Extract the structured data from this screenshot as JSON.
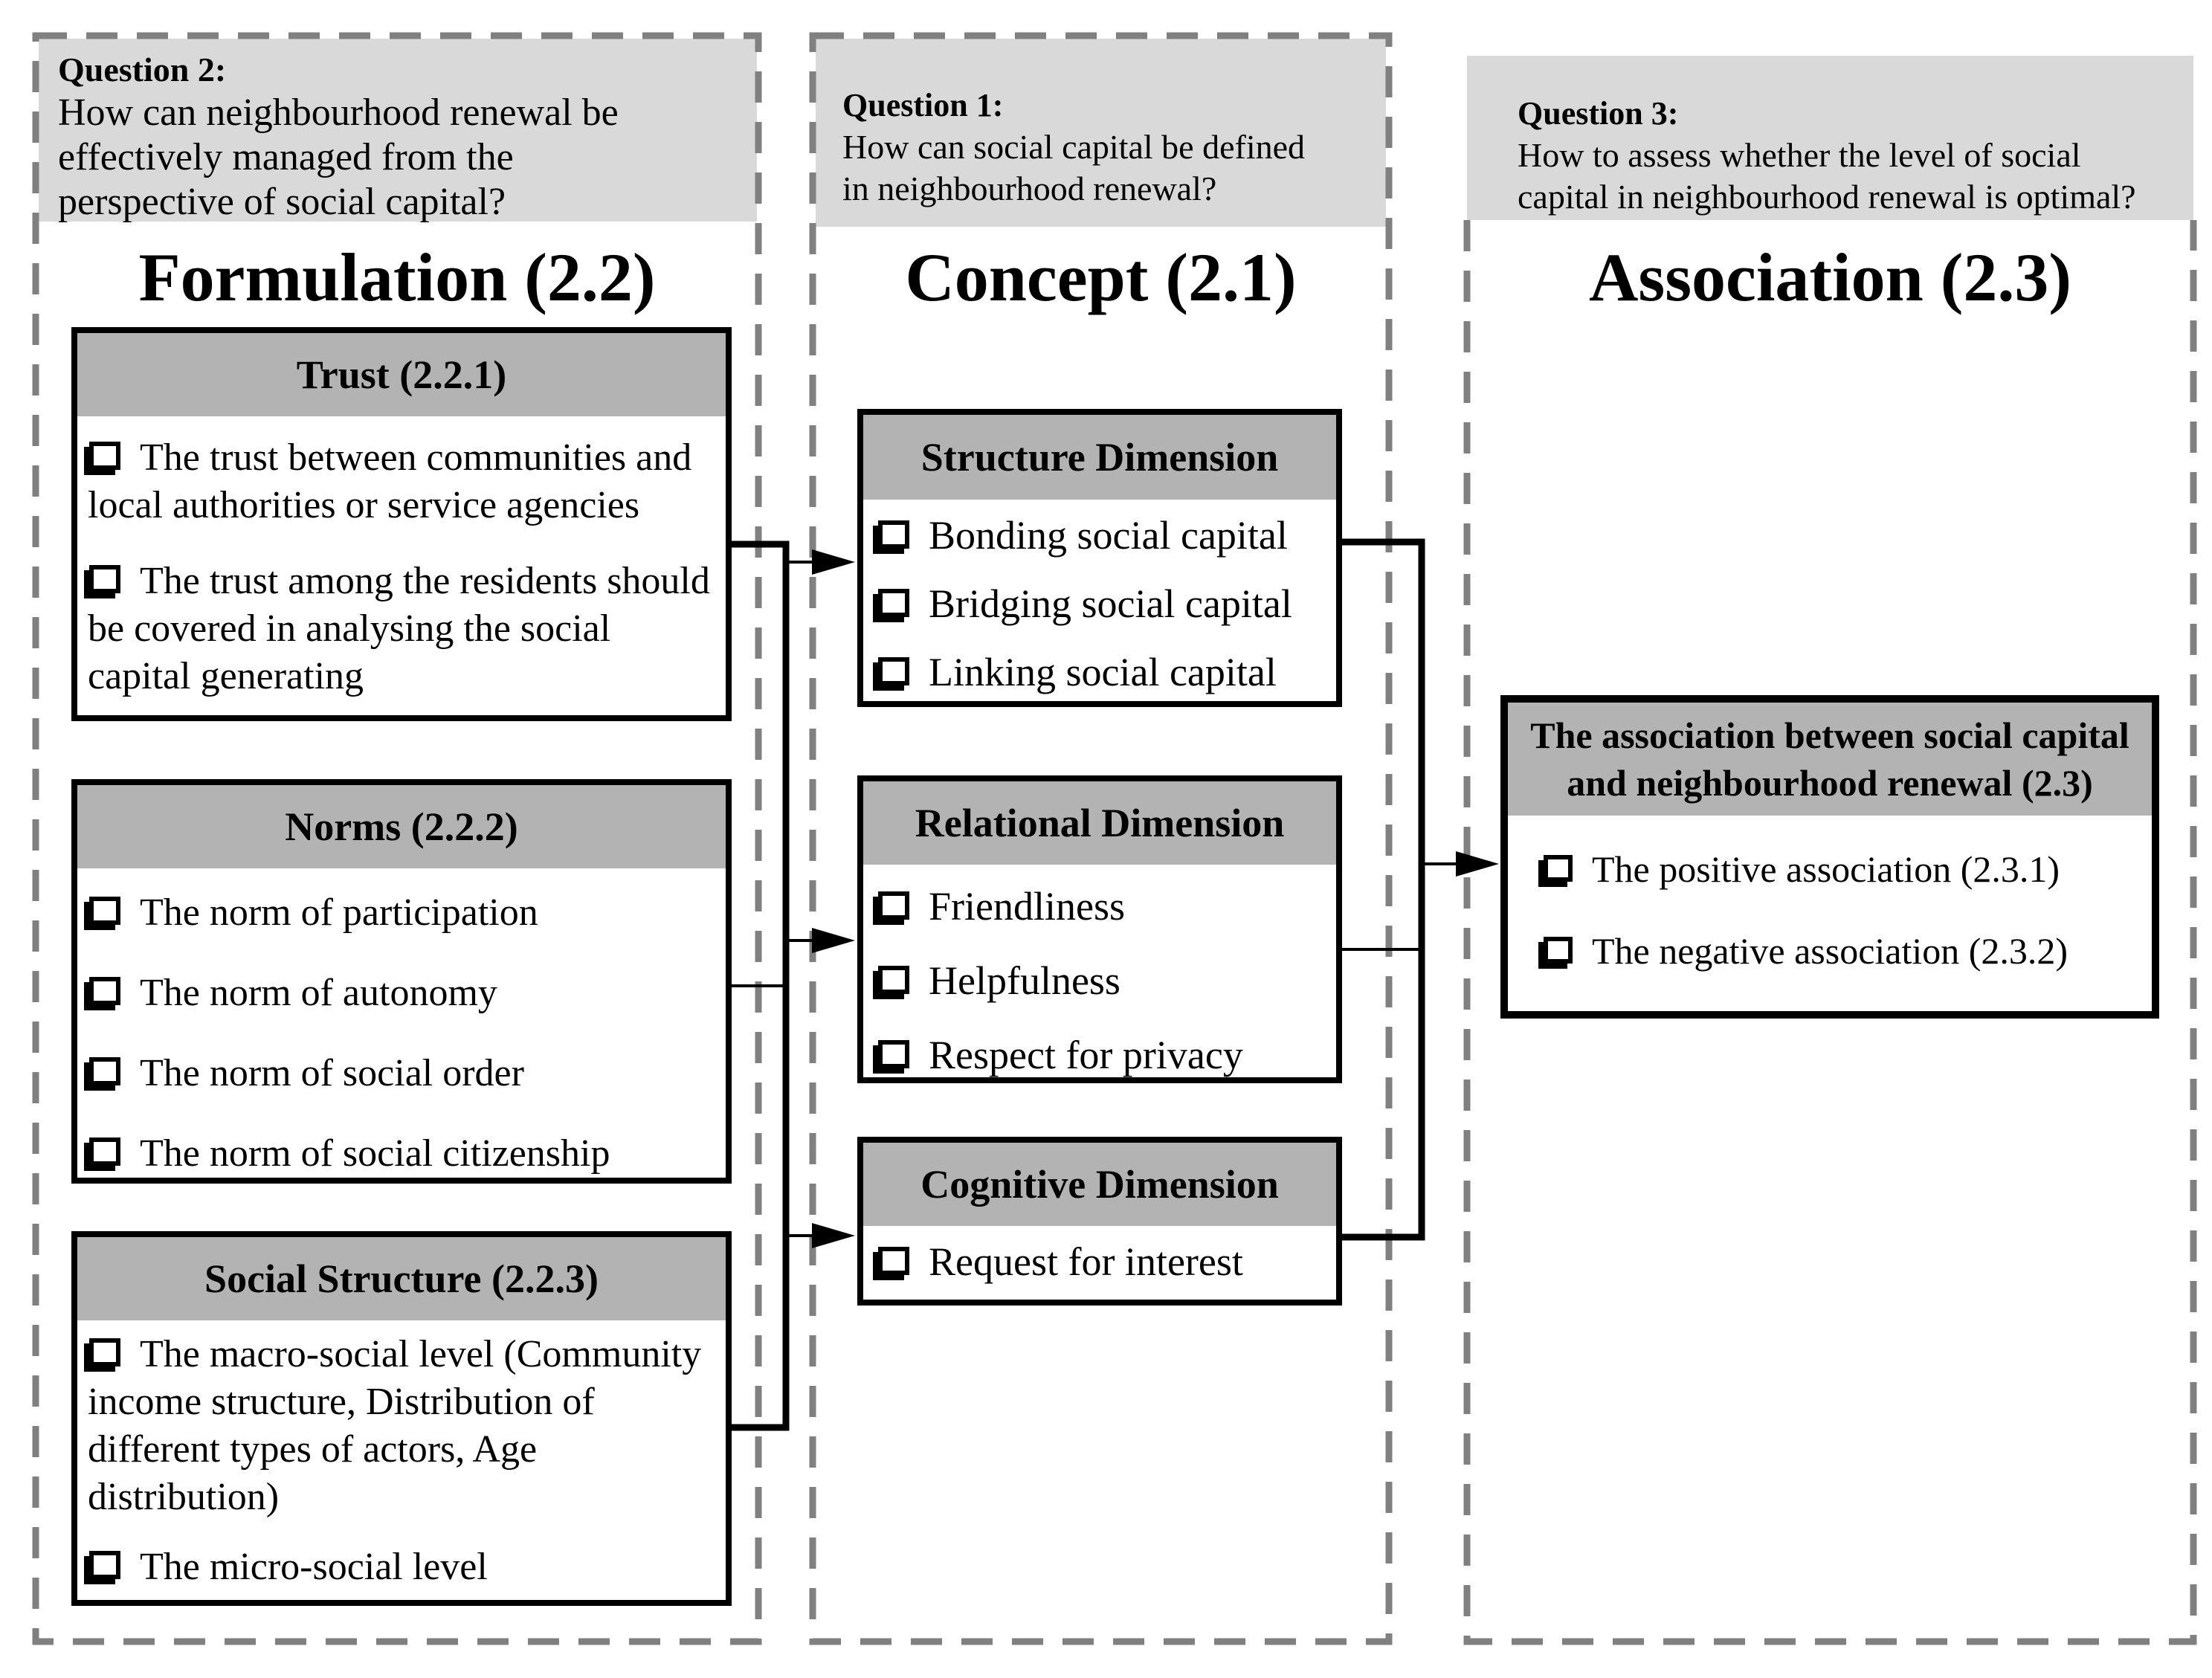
{
  "diagram": {
    "columns": [
      {
        "id": "formulation",
        "question_label": "Question 2:",
        "question_lines": [
          "How can neighbourhood renewal be",
          "effectively managed from the",
          "perspective of social capital?"
        ],
        "title": "Formulation (2.2)"
      },
      {
        "id": "concept",
        "question_label": "Question 1:",
        "question_lines": [
          "How can social capital be defined",
          "in neighbourhood renewal?"
        ],
        "title": "Concept (2.1)"
      },
      {
        "id": "association",
        "question_label": "Question 3:",
        "question_lines": [
          "How to assess whether the level of social",
          "capital in neighbourhood renewal is optimal?"
        ],
        "title": "Association (2.3)"
      }
    ],
    "boxes": {
      "trust": {
        "header": "Trust (2.2.1)",
        "items": [
          "The trust between communities and local authorities or service agencies",
          "The trust among the residents should be covered in analysing the social capital generating"
        ]
      },
      "norms": {
        "header": "Norms (2.2.2)",
        "items": [
          "The norm of participation",
          "The norm of autonomy",
          "The norm of social order",
          "The norm of social citizenship"
        ]
      },
      "social_structure": {
        "header": "Social Structure (2.2.3)",
        "items": [
          "The macro-social level (Community income structure, Distribution of different types of actors, Age distribution)",
          "The micro-social level"
        ]
      },
      "structure_dimension": {
        "header": "Structure Dimension",
        "items": [
          "Bonding social capital",
          "Bridging social capital",
          "Linking social capital"
        ]
      },
      "relational_dimension": {
        "header": "Relational Dimension",
        "items": [
          "Friendliness",
          "Helpfulness",
          "Respect for privacy"
        ]
      },
      "cognitive_dimension": {
        "header": "Cognitive Dimension",
        "items": [
          "Request for interest"
        ]
      },
      "association_box": {
        "header_lines": [
          "The association between social capital",
          "and neighbourhood renewal (2.3)"
        ],
        "items": [
          "The positive association (2.3.1)",
          "The negative association (2.3.2)"
        ]
      }
    },
    "colors": {
      "question_box_bg": "#d9d9d9",
      "box_header_bg": "#b3b3b3",
      "box_border": "#000000",
      "dashed_border": "#808080",
      "background": "#ffffff"
    },
    "icons": {
      "bullet": "shadowed-checkbox-icon",
      "arrow": "solid-right-arrowhead"
    }
  }
}
